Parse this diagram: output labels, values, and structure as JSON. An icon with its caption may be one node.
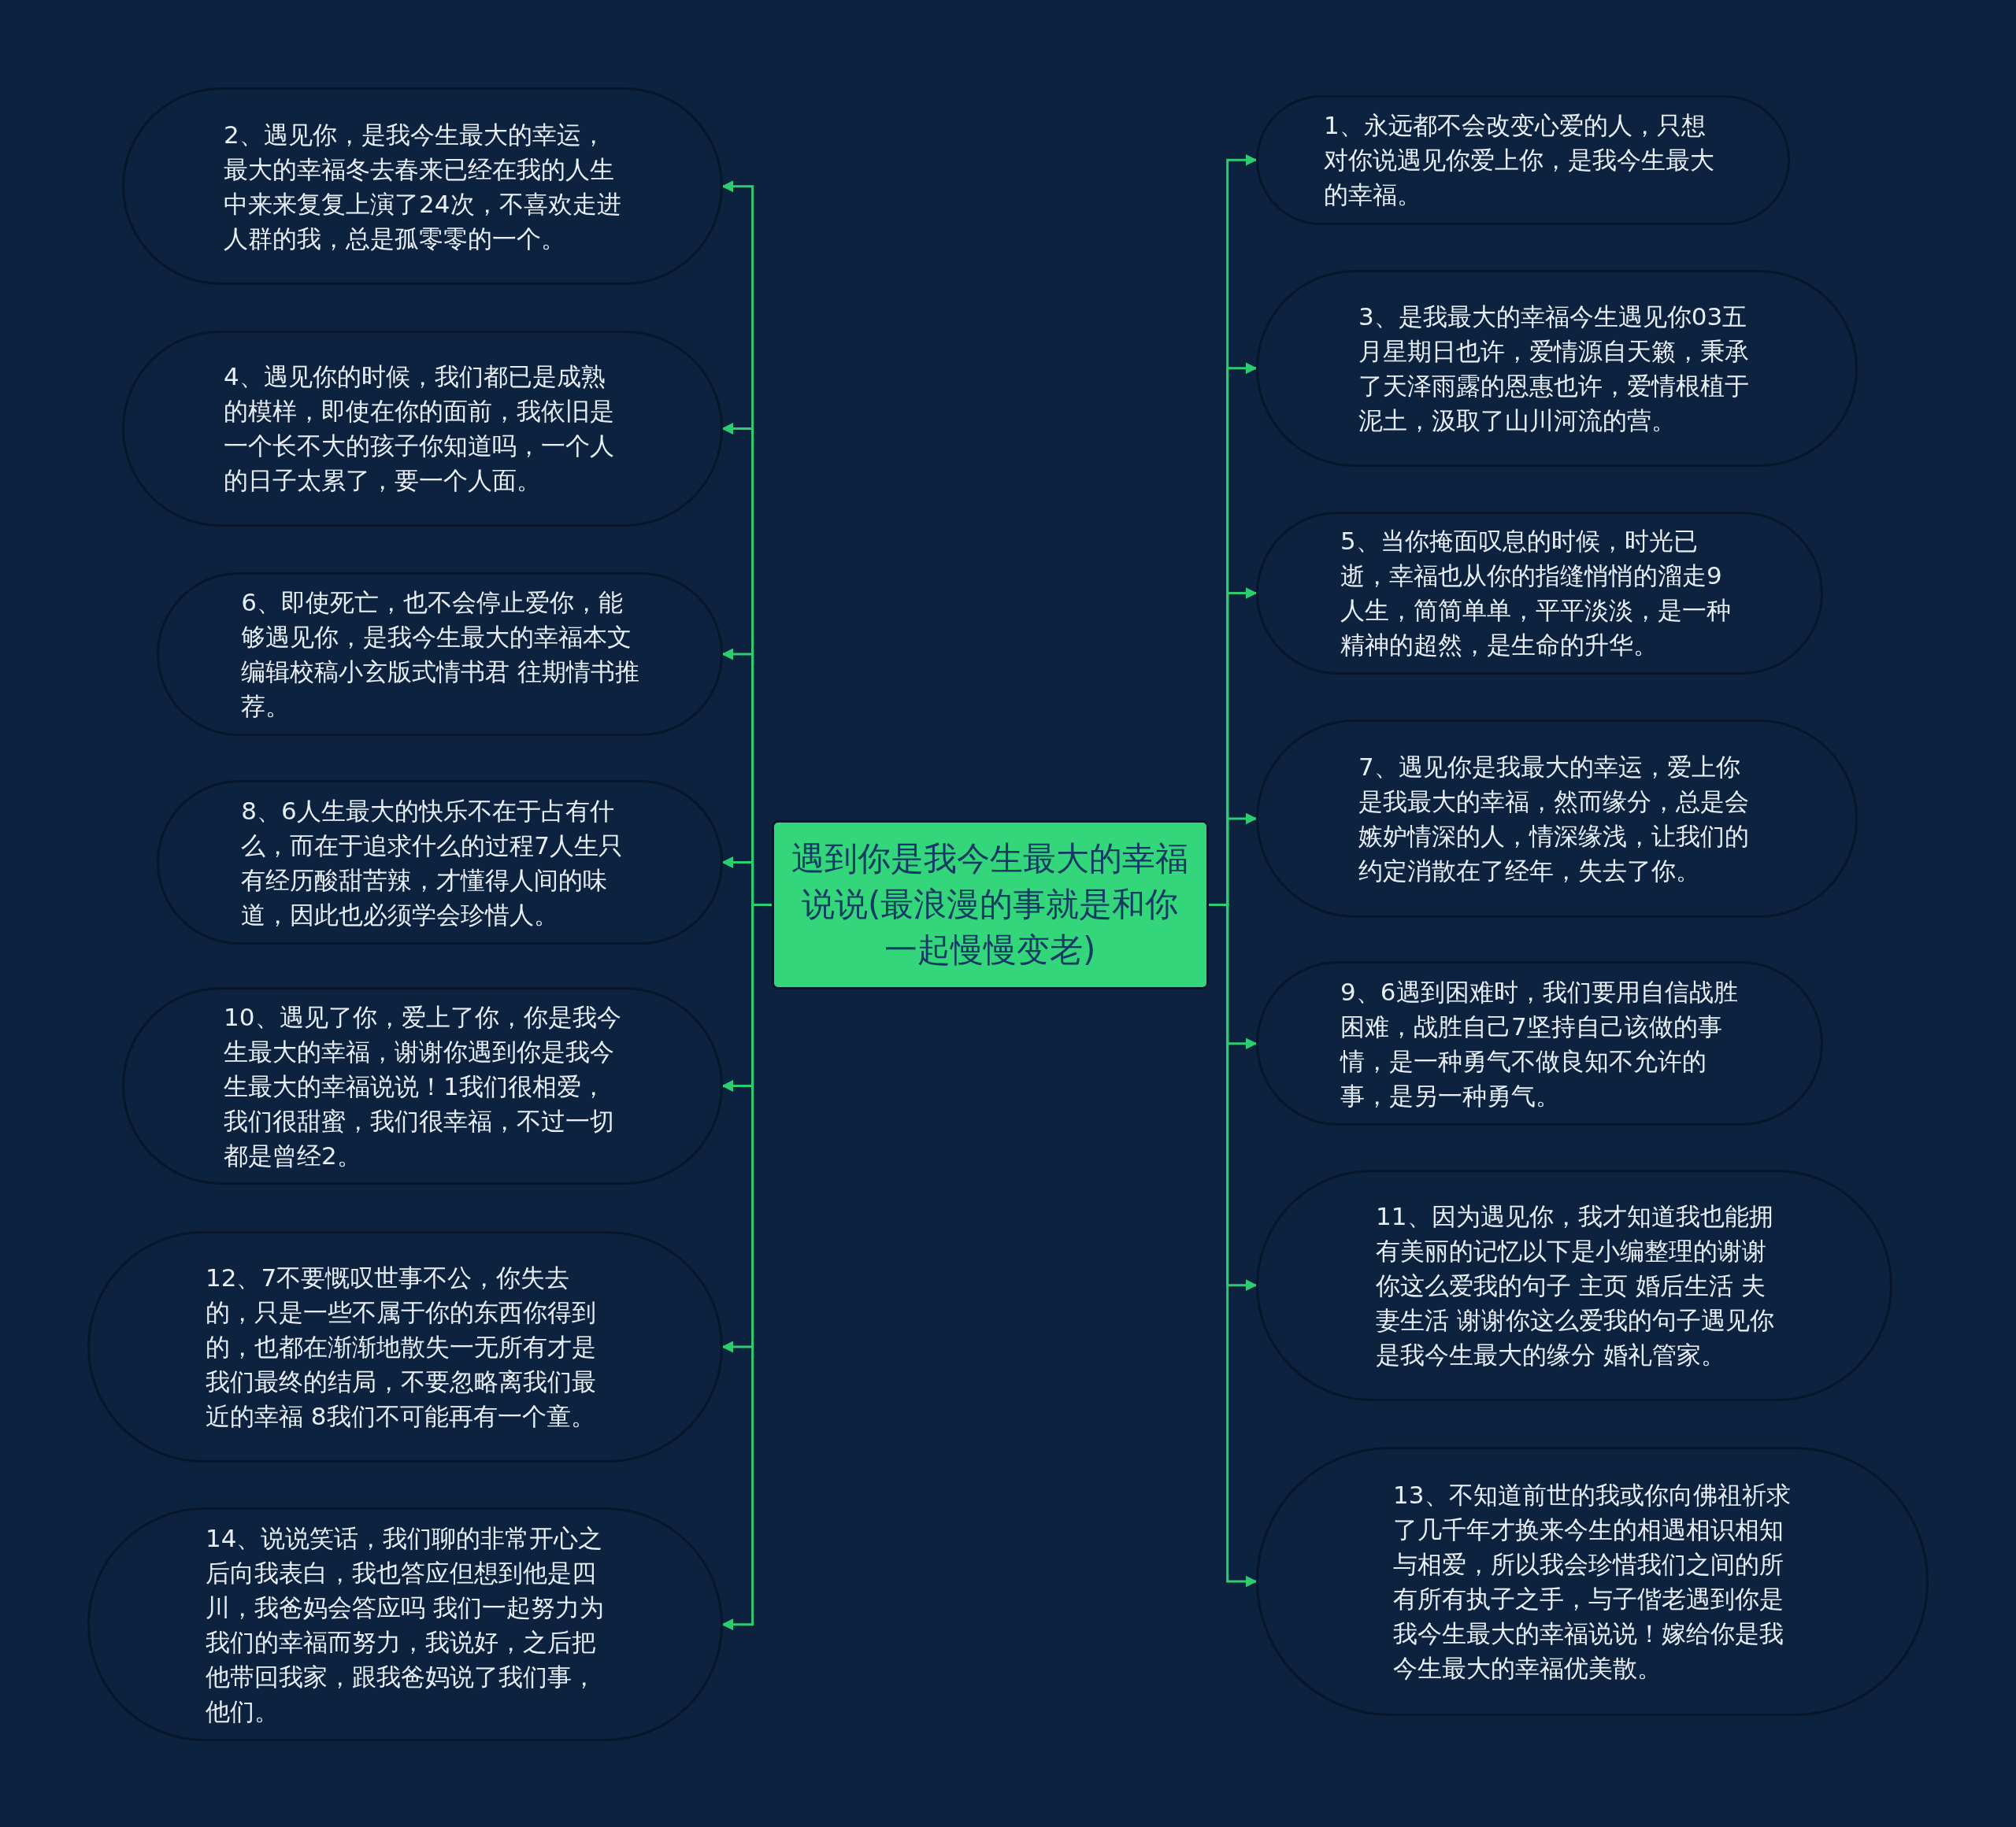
{
  "diagram": {
    "nodes": [
      {
        "text": [
          "遇到你是我今生最大的幸福说说(最浪漫的事就是和你一起慢慢变老)"
        ]
      },
      {
        "text": [
          "1、永远都不会改变心爱的人，只想对你说遇见你爱上你，是我今生最大的幸福。"
        ]
      },
      {
        "text": [
          "2、遇见你，是我今生最大的幸运，最大的幸福冬去春来已经在我的人生中来来复复上演了24次，不喜欢走进人群的我，总是孤零零的一个。"
        ]
      },
      {
        "text": [
          "3、是我最大的幸福今生遇见你03五月星期日也许，爱情源自天籁，秉承了天泽雨露的恩惠也许，爱情根植于泥土，汲取了山川河流的营。"
        ]
      },
      {
        "text": [
          "4、遇见你的时候，我们都已是成熟的模样，即使在你的面前，我依旧是一个长不大的孩子你知道吗，一个人的日子太累了，要一个人面。"
        ]
      },
      {
        "text": [
          "5、当你掩面叹息的时候，时光已逝，幸福也从你的指缝悄悄的溜走9人生，简简单单，平平淡淡，是一种精神的超然，是生命的升华。"
        ]
      },
      {
        "text": [
          "6、即使死亡，也不会停止爱你，能够遇见你，是我今生最大的幸福本文编辑校稿小玄版式情书君 往期情书推荐。"
        ]
      },
      {
        "text": [
          "7、遇见你是我最大的幸运，爱上你是我最大的幸福，然而缘分，总是会嫉妒情深的人，情深缘浅，让我们的约定消散在了经年，失去了你。"
        ]
      },
      {
        "text": [
          "8、6人生最大的快乐不在于占有什么，而在于追求什么的过程7人生只有经历酸甜苦辣，才懂得人间的味道，因此也必须学会珍惜人。"
        ]
      },
      {
        "text": [
          "9、6遇到困难时，我们要用自信战胜困难，战胜自己7坚持自己该做的事情，是一种勇气不做良知不允许的事，是另一种勇气。"
        ]
      },
      {
        "text": [
          "10、遇见了你，爱上了你，你是我今生最大的幸福，谢谢你遇到你是我今生最大的幸福说说！1我们很相爱，我们很甜蜜，我们很幸福，不过一切都是曾经2。"
        ]
      },
      {
        "text": [
          "11、因为遇见你，我才知道我也能拥有美丽的记忆以下是小编整理的谢谢你这么爱我的句子 主页 婚后生活 夫妻生活 谢谢你这么爱我的句子遇见你是我今生最大的缘分 婚礼管家。"
        ]
      },
      {
        "text": [
          "12、7不要慨叹世事不公，你失去的，只是一些不属于你的东西你得到的，也都在渐渐地散失一无所有才是我们最终的结局，不要忽略离我们最近的幸福 8我们不可能再有一个童。"
        ]
      },
      {
        "text": [
          "13、不知道前世的我或你向佛祖祈求了几千年才换来今生的相遇相识相知与相爱，所以我会珍惜我们之间的所有所有执子之手，与子偕老遇到你是我今生最大的幸福说说！嫁给你是我今生最大的幸福优美散。"
        ]
      },
      {
        "text": [
          "14、说说笑话，我们聊的非常开心之后向我表白，我也答应但想到他是四川，我爸妈会答应吗 我们一起努力为我们的幸福而努力，我说好，之后把他带回我家，跟我爸妈说了我们事，他们。"
        ]
      }
    ],
    "edges": [
      {
        "from": 0,
        "to": 1,
        "arrow": "to"
      },
      {
        "from": 0,
        "to": 2,
        "arrow": "to"
      },
      {
        "from": 0,
        "to": 3,
        "arrow": "to"
      },
      {
        "from": 0,
        "to": 4,
        "arrow": "to"
      },
      {
        "from": 0,
        "to": 5,
        "arrow": "to"
      },
      {
        "from": 0,
        "to": 6,
        "arrow": "to"
      },
      {
        "from": 0,
        "to": 7,
        "arrow": "to"
      },
      {
        "from": 0,
        "to": 8,
        "arrow": "to"
      },
      {
        "from": 0,
        "to": 9,
        "arrow": "to"
      },
      {
        "from": 0,
        "to": 10,
        "arrow": "to"
      },
      {
        "from": 0,
        "to": 11,
        "arrow": "to"
      },
      {
        "from": 0,
        "to": 12,
        "arrow": "to"
      },
      {
        "from": 0,
        "to": 13,
        "arrow": "to"
      },
      {
        "from": 0,
        "to": 14,
        "arrow": "to"
      }
    ]
  }
}
